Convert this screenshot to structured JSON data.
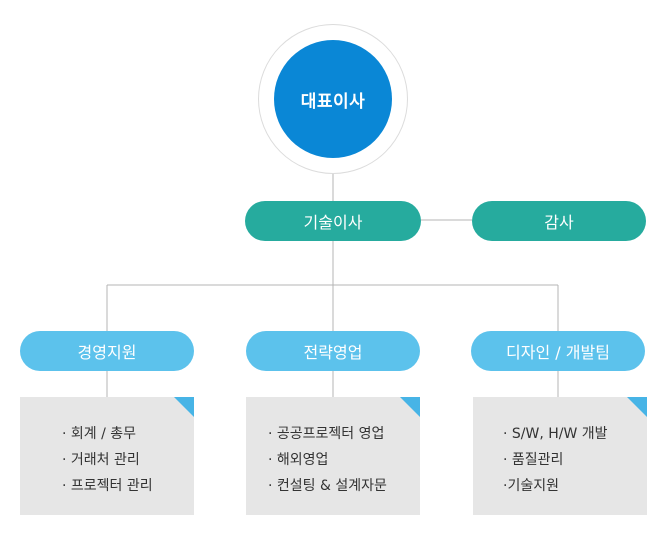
{
  "ceo": {
    "label": "대표이사"
  },
  "cto": {
    "label": "기술이사"
  },
  "audit": {
    "label": "감사"
  },
  "departments": [
    {
      "label": "경영지원",
      "items": [
        "· 회계 / 총무",
        "· 거래처 관리",
        "· 프로젝터 관리"
      ]
    },
    {
      "label": "전략영업",
      "items": [
        "· 공공프로젝터 영업",
        "· 해외영업",
        "· 컨설팅 & 설계자문"
      ]
    },
    {
      "label": "디자인 / 개발팀",
      "items": [
        "· S/W, H/W 개발",
        "· 품질관리",
        "·기술지원"
      ]
    }
  ],
  "colors": {
    "ceo": "#0a87d6",
    "teal": "#26ab9e",
    "sky": "#5cc2ec",
    "card": "#e6e6e6",
    "corner": "#47b4e6",
    "line": "#b4b4b4"
  }
}
